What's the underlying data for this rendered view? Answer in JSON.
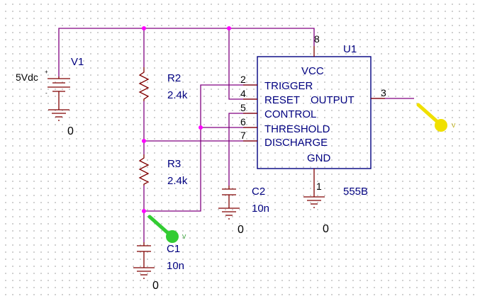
{
  "schematic": {
    "ic": {
      "ref": "U1",
      "part": "555B",
      "pins": [
        {
          "num": "8",
          "name": "VCC"
        },
        {
          "num": "2",
          "name": "TRIGGER"
        },
        {
          "num": "4",
          "name": "RESET"
        },
        {
          "num": "3",
          "name": "OUTPUT"
        },
        {
          "num": "5",
          "name": "CONTROL"
        },
        {
          "num": "6",
          "name": "THRESHOLD"
        },
        {
          "num": "7",
          "name": "DISCHARGE"
        },
        {
          "num": "1",
          "name": "GND"
        }
      ]
    },
    "source": {
      "ref": "V1",
      "value": "5Vdc",
      "plus": "+",
      "minus": "-"
    },
    "resistors": [
      {
        "ref": "R2",
        "value": "2.4k"
      },
      {
        "ref": "R3",
        "value": "2.4k"
      }
    ],
    "capacitors": [
      {
        "ref": "C1",
        "value": "10n"
      },
      {
        "ref": "C2",
        "value": "10n"
      }
    ],
    "ground_labels": [
      "0",
      "0",
      "0",
      "0"
    ],
    "probe_label": "V",
    "colors": {
      "wire": "#800080",
      "component": "#800000",
      "label": "#000080",
      "junction": "#ff00ff",
      "probe_output": "#f0e000",
      "probe_c1": "#33cc33"
    }
  }
}
